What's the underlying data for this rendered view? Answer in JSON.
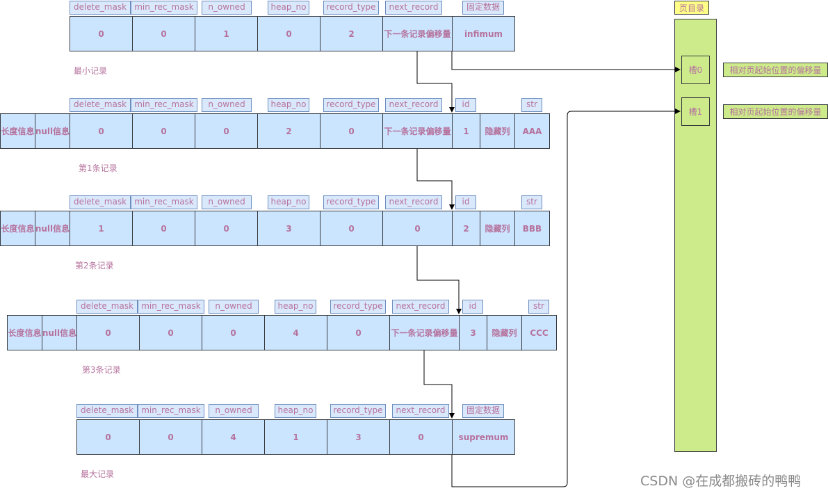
{
  "rec0": {
    "headers": [
      "delete_mask",
      "min_rec_mask",
      "n_owned",
      "heap_no",
      "record_type",
      "next_record",
      "固定数据"
    ],
    "cells": [
      "0",
      "0",
      "1",
      "0",
      "2",
      "下一条记录偏移量",
      "infimum"
    ],
    "caption": "最小记录"
  },
  "rec1": {
    "headers": [
      "delete_mask",
      "min_rec_mask",
      "n_owned",
      "heap_no",
      "record_type",
      "next_record",
      "id",
      "str"
    ],
    "cells": [
      "长度信息",
      "null信息",
      "0",
      "0",
      "0",
      "2",
      "0",
      "下一条记录偏移量",
      "1",
      "隐藏列",
      "AAA"
    ],
    "caption": "第1条记录"
  },
  "rec2": {
    "headers": [
      "delete_mask",
      "min_rec_mask",
      "n_owned",
      "heap_no",
      "record_type",
      "next_record",
      "id",
      "str"
    ],
    "cells": [
      "长度信息",
      "null信息",
      "1",
      "0",
      "0",
      "3",
      "0",
      "0",
      "2",
      "隐藏列",
      "BBB"
    ],
    "caption": "第2条记录"
  },
  "rec3": {
    "headers": [
      "delete_mask",
      "min_rec_mask",
      "n_owned",
      "heap_no",
      "record_type",
      "next_record",
      "id",
      "str"
    ],
    "cells": [
      "长度信息",
      "null信息",
      "0",
      "0",
      "0",
      "4",
      "0",
      "下一条记录偏移量",
      "3",
      "隐藏列",
      "CCC"
    ],
    "caption": "第3条记录"
  },
  "rec4": {
    "headers": [
      "delete_mask",
      "min_rec_mask",
      "n_owned",
      "heap_no",
      "record_type",
      "next_record",
      "固定数据"
    ],
    "cells": [
      "0",
      "0",
      "4",
      "1",
      "3",
      "0",
      "supremum"
    ],
    "caption": "最大记录"
  },
  "directory": {
    "title": "页目录",
    "slots": [
      "槽0",
      "槽1"
    ],
    "notes": [
      "相对页起始位置的偏移量",
      "相对页起始位置的偏移量"
    ]
  },
  "watermark": "CSDN @在成都搬砖的鸭鸭",
  "colors": {
    "cell_fill": "#cce5ff",
    "header_fill": "#dae8fc",
    "text": "#b5739d",
    "directory_fill": "#cdeb8b",
    "title_fill": "#ffff88"
  }
}
